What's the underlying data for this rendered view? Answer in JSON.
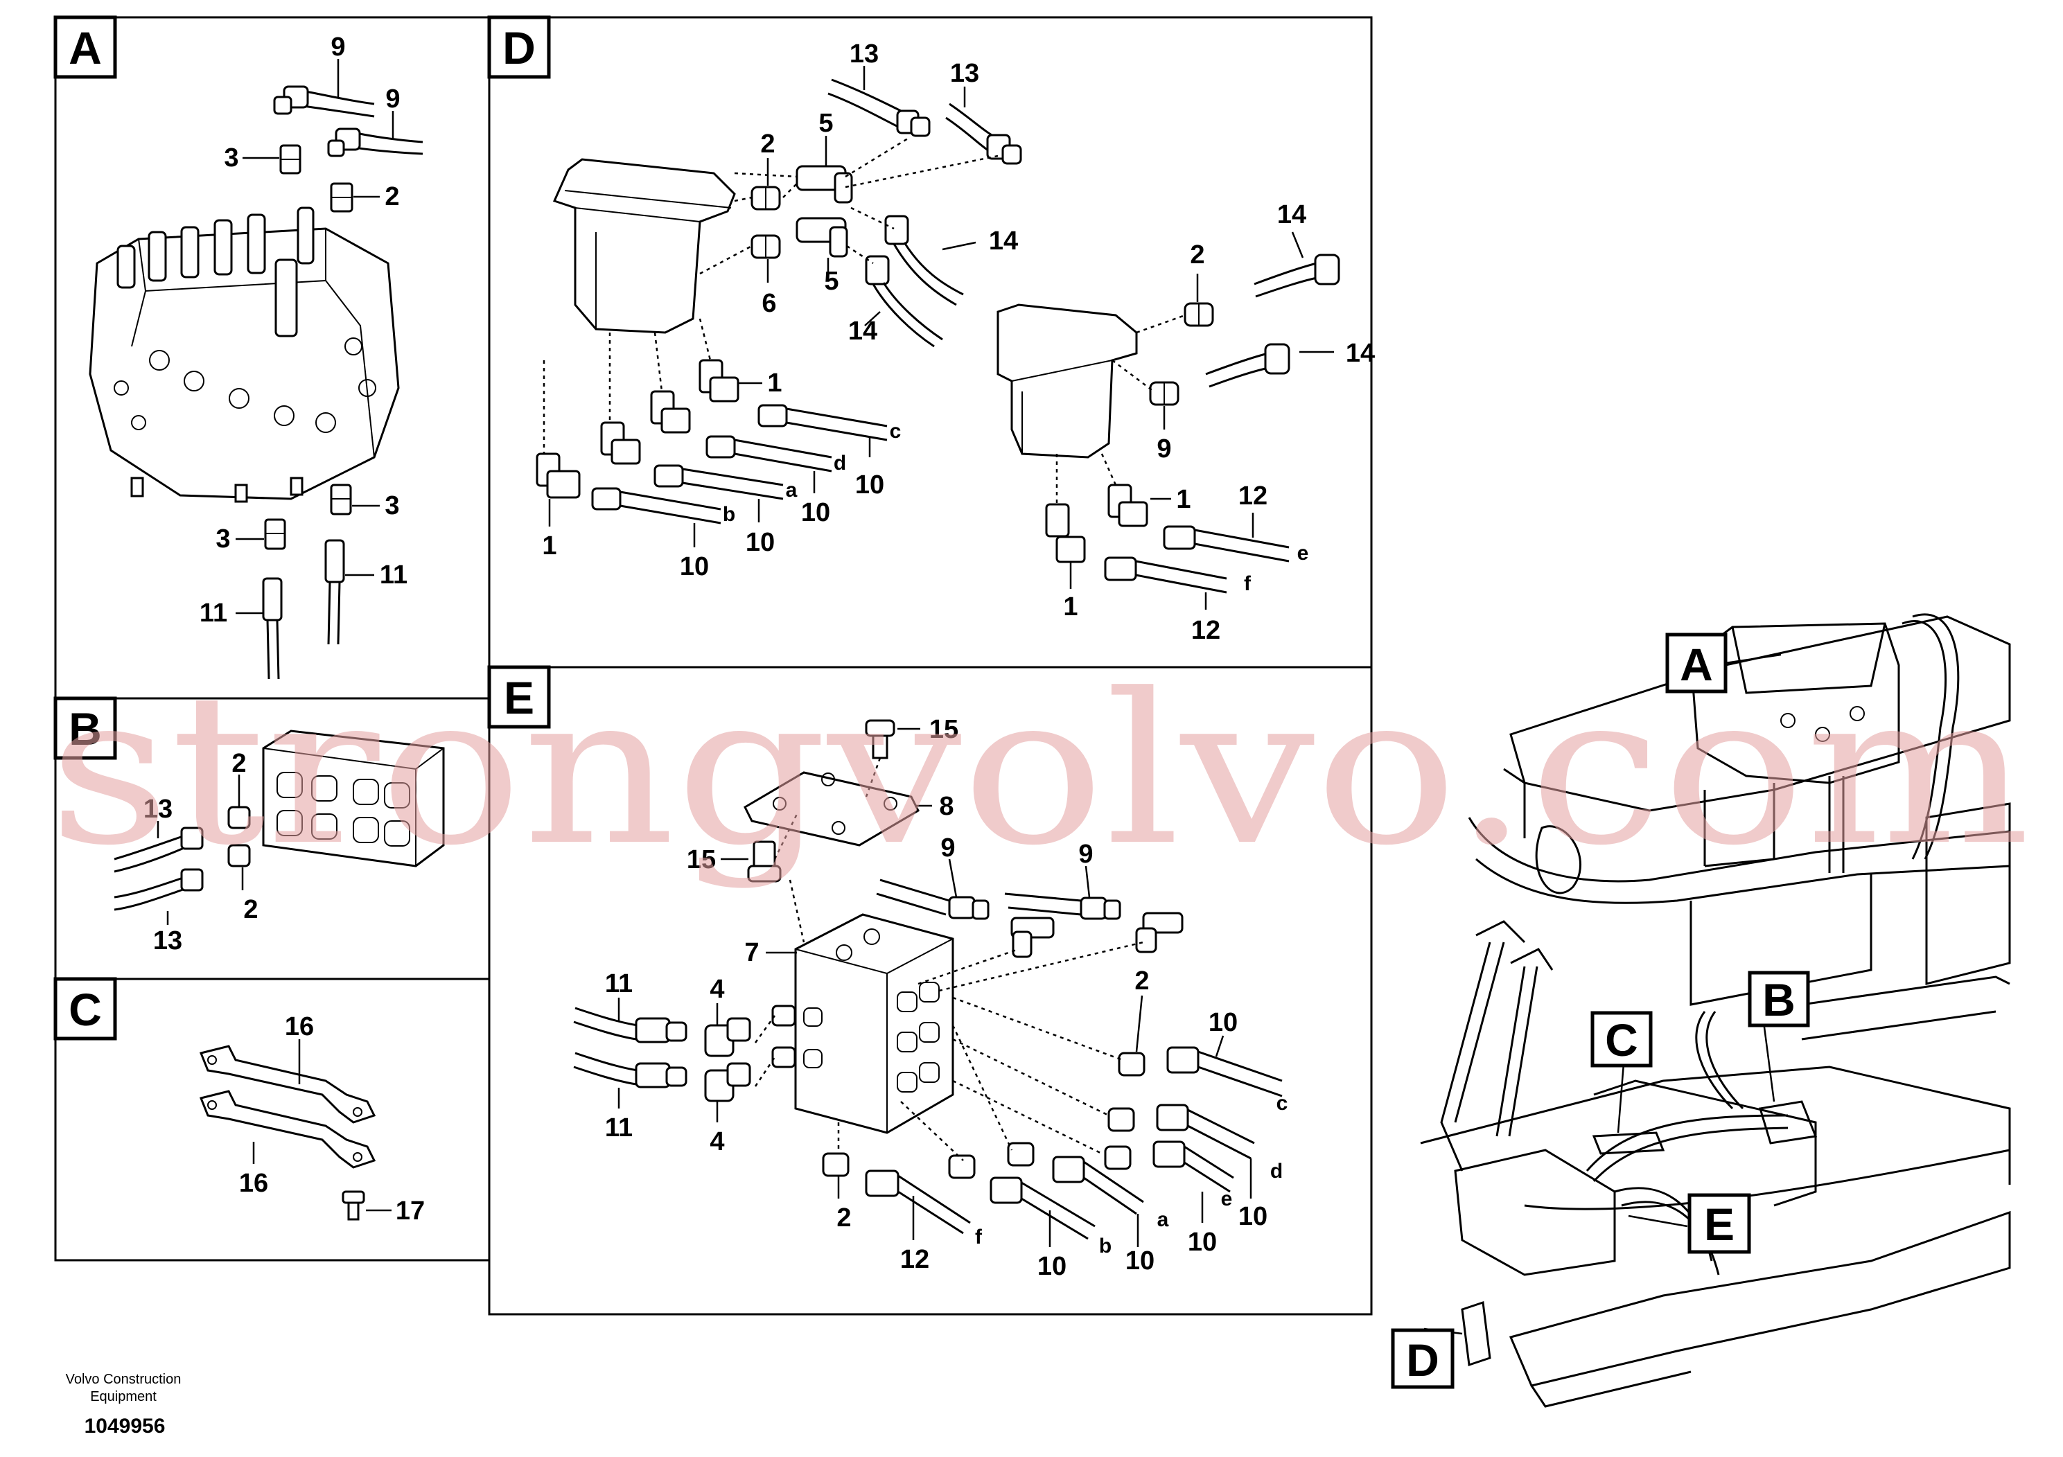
{
  "panels": {
    "A": {
      "letter": "A",
      "callouts": [
        {
          "text": "9"
        },
        {
          "text": "9"
        },
        {
          "text": "3"
        },
        {
          "text": "2"
        },
        {
          "text": "3"
        },
        {
          "text": "3"
        },
        {
          "text": "11"
        },
        {
          "text": "11"
        }
      ]
    },
    "B": {
      "letter": "B",
      "callouts": [
        {
          "text": "2"
        },
        {
          "text": "13"
        },
        {
          "text": "13"
        },
        {
          "text": "2"
        }
      ]
    },
    "C": {
      "letter": "C",
      "callouts": [
        {
          "text": "16"
        },
        {
          "text": "16"
        },
        {
          "text": "17"
        }
      ]
    },
    "D": {
      "letter": "D",
      "callouts": [
        {
          "text": "13"
        },
        {
          "text": "13"
        },
        {
          "text": "2"
        },
        {
          "text": "5"
        },
        {
          "text": "5"
        },
        {
          "text": "6"
        },
        {
          "text": "14"
        },
        {
          "text": "14"
        },
        {
          "text": "14"
        },
        {
          "text": "2"
        },
        {
          "text": "14"
        },
        {
          "text": "9"
        },
        {
          "text": "1"
        },
        {
          "text": "1"
        },
        {
          "text": "10"
        },
        {
          "text": "10"
        },
        {
          "text": "10"
        },
        {
          "text": "10"
        },
        {
          "text": "1"
        },
        {
          "text": "12"
        },
        {
          "text": "12"
        },
        {
          "text": "1"
        }
      ],
      "letters": [
        {
          "text": "c"
        },
        {
          "text": "d"
        },
        {
          "text": "a"
        },
        {
          "text": "b"
        },
        {
          "text": "e"
        },
        {
          "text": "f"
        }
      ]
    },
    "E": {
      "letter": "E",
      "callouts": [
        {
          "text": "15"
        },
        {
          "text": "8"
        },
        {
          "text": "15"
        },
        {
          "text": "9"
        },
        {
          "text": "9"
        },
        {
          "text": "7"
        },
        {
          "text": "11"
        },
        {
          "text": "11"
        },
        {
          "text": "4"
        },
        {
          "text": "4"
        },
        {
          "text": "2"
        },
        {
          "text": "10"
        },
        {
          "text": "2"
        },
        {
          "text": "12"
        },
        {
          "text": "10"
        },
        {
          "text": "10"
        },
        {
          "text": "10"
        },
        {
          "text": "10"
        }
      ],
      "letters": [
        {
          "text": "c"
        },
        {
          "text": "f"
        },
        {
          "text": "b"
        },
        {
          "text": "a"
        },
        {
          "text": "e"
        },
        {
          "text": "d"
        }
      ]
    }
  },
  "overview": {
    "labels": [
      {
        "text": "A"
      },
      {
        "text": "B"
      },
      {
        "text": "C"
      },
      {
        "text": "E"
      },
      {
        "text": "D"
      }
    ]
  },
  "footer": {
    "company_line1": "Volvo Construction",
    "company_line2": "Equipment",
    "drawing_number": "1049956"
  },
  "watermark": "strongvolvo.com",
  "colors": {
    "line": "#000000",
    "watermark": "#e4a0a0",
    "background": "#ffffff"
  }
}
